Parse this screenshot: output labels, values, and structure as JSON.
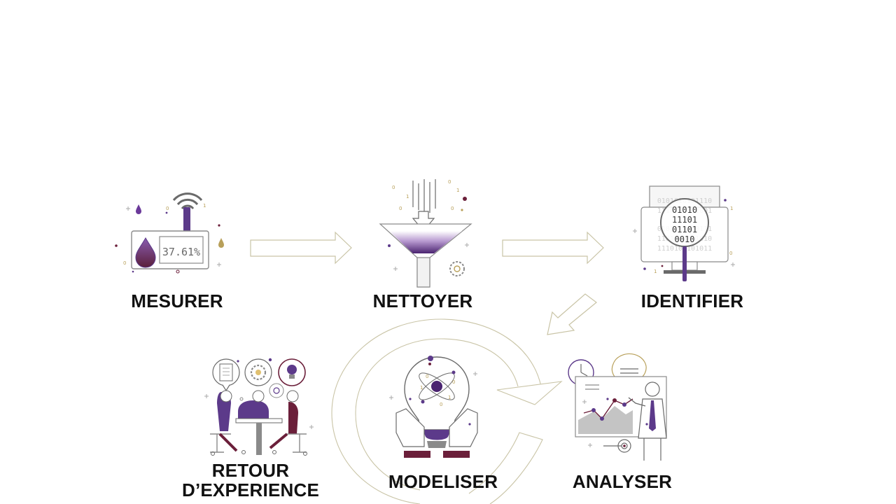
{
  "steps": {
    "mesurer": "MESURER",
    "nettoyer": "NETTOYER",
    "identifier": "IDENTIFIER",
    "retour_line1": "RETOUR",
    "retour_line2": "D’EXPERIENCE",
    "modeliser": "MODELISER",
    "analyser": "ANALYSER"
  },
  "sensor_readout": "37.61%",
  "binary": {
    "row1": "0101010101110",
    "row2": "1110110101001",
    "row3": "0101110110111",
    "row4": "1101011001010",
    "row5": "1110100101011"
  },
  "colors": {
    "accent": "#5c3a8a",
    "accent_dark": "#6b1f3a",
    "outline": "#bdb89a",
    "gold": "#b8a05a",
    "text": "#111111"
  }
}
